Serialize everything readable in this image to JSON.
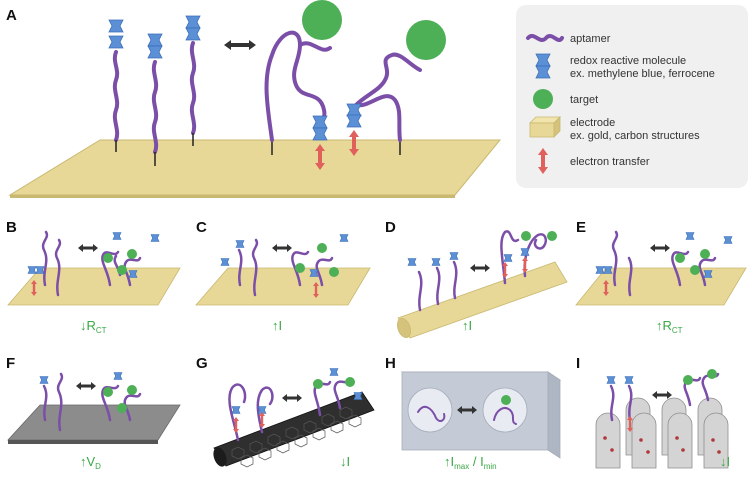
{
  "panels": {
    "A": {
      "label": "A"
    },
    "B": {
      "label": "B",
      "readout_arrow": "↓",
      "readout_main": "R",
      "readout_sub": "CT"
    },
    "C": {
      "label": "C",
      "readout_arrow": "↑",
      "readout_main": "I",
      "readout_sub": ""
    },
    "D": {
      "label": "D",
      "readout_arrow": "↑",
      "readout_main": "I",
      "readout_sub": ""
    },
    "E": {
      "label": "E",
      "readout_arrow": "↑",
      "readout_main": "R",
      "readout_sub": "CT"
    },
    "F": {
      "label": "F",
      "readout_arrow": "↑",
      "readout_main": "V",
      "readout_sub": "D"
    },
    "G": {
      "label": "G",
      "readout_arrow": "↓",
      "readout_main": "I",
      "readout_sub": ""
    },
    "H": {
      "label": "H",
      "readout_arrow": "↑",
      "readout_main": "I",
      "readout_sub1": "max",
      "readout_slash": " / I",
      "readout_sub2": "min"
    },
    "I": {
      "label": "I",
      "readout_arrow": "↓",
      "readout_main": "I",
      "readout_sub": ""
    }
  },
  "legend": {
    "aptamer": "aptamer",
    "redox_line1": "redox reactive molecule",
    "redox_line2": "ex. methylene blue, ferrocene",
    "target": "target",
    "electrode_line1": "electrode",
    "electrode_line2": "ex. gold, carbon structures",
    "electron_transfer": "electron transfer"
  },
  "colors": {
    "aptamer": "#7b4fa8",
    "redox": "#5b8fd6",
    "target": "#4daf56",
    "electrode": "#e8d897",
    "electron_arrow": "#e0605c",
    "readout": "#3aa845"
  }
}
